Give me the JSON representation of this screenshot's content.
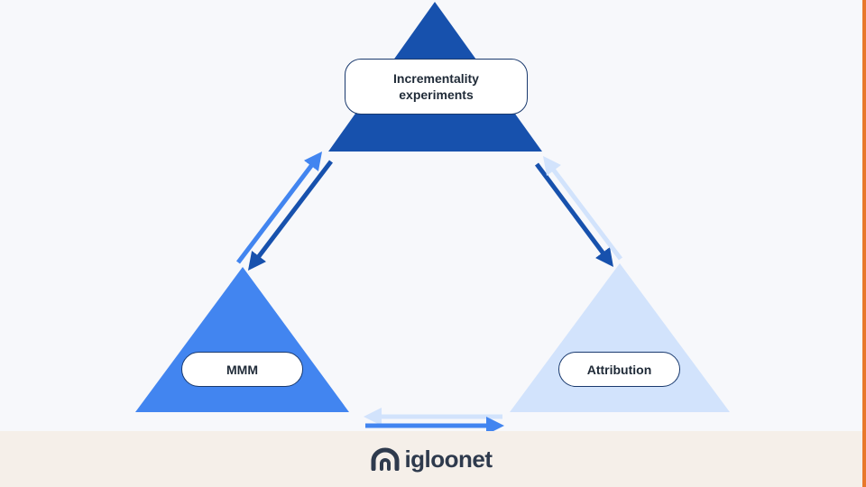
{
  "colors": {
    "background": "#f7f8fb",
    "footer_bg": "#f5efe9",
    "accent_edge": "#e8782b",
    "dark_blue": "#1751ad",
    "mid_blue": "#4285f0",
    "light_blue": "#d2e3fc",
    "logo_text": "#2e3a4d"
  },
  "nodes": {
    "top": {
      "label": "Incrementality experiments"
    },
    "left": {
      "label": "MMM"
    },
    "right": {
      "label": "Attribution"
    }
  },
  "footer": {
    "logo_text": "igloonet",
    "logo_icon": "igloo-arch-icon"
  }
}
